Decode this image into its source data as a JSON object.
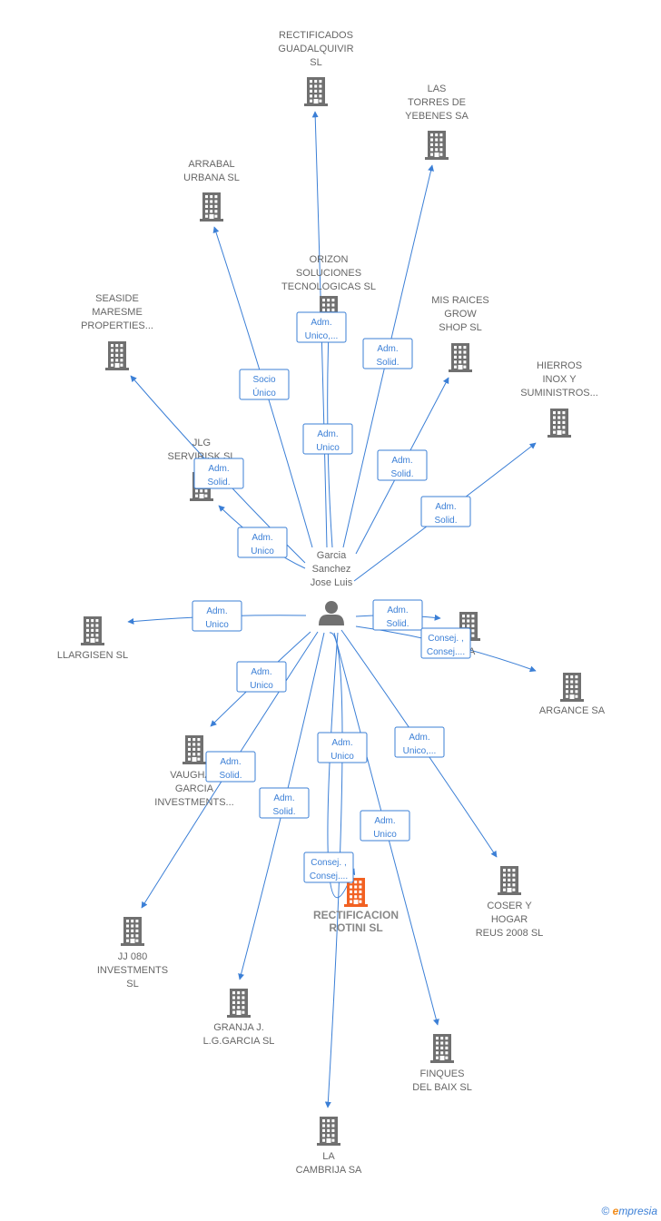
{
  "person": {
    "id": "person",
    "label": [
      "Garcia",
      "Sanchez",
      "Jose Luis"
    ]
  },
  "colors": {
    "edge": "#3b7fd6",
    "building": "#707070",
    "focus": "#f26122"
  },
  "nodes": [
    {
      "id": "n1",
      "label": [
        "RECTIFICADOS",
        "GUADALQUIVIR",
        "SL"
      ]
    },
    {
      "id": "n2",
      "label": [
        "LAS",
        "TORRES DE",
        "YEBENES SA"
      ]
    },
    {
      "id": "n3",
      "label": [
        "ARRABAL",
        "URBANA  SL"
      ]
    },
    {
      "id": "n4",
      "label": [
        "ORIZON",
        "SOLUCIONES",
        "TECNOLOGICAS SL"
      ]
    },
    {
      "id": "n5",
      "label": [
        "MIS RAICES",
        "GROW",
        "SHOP SL"
      ]
    },
    {
      "id": "n6",
      "label": [
        "SEASIDE",
        "MARESME",
        "PROPERTIES..."
      ]
    },
    {
      "id": "n7",
      "label": [
        "HIERROS",
        "INOX Y",
        "SUMINISTROS..."
      ]
    },
    {
      "id": "n8",
      "label": [
        "JLG",
        "SERVIRISK  SL"
      ]
    },
    {
      "id": "n9",
      "label": [
        "LLARGISEN SL"
      ]
    },
    {
      "id": "n10",
      "label": [
        "SA"
      ]
    },
    {
      "id": "n11",
      "label": [
        "ARGANCE SA"
      ]
    },
    {
      "id": "n12",
      "label": [
        "VAUGHAN",
        "GARCIA",
        "INVESTMENTS..."
      ]
    },
    {
      "id": "n13",
      "label": [
        "RECTIFICACION",
        "ROTINI  SL"
      ],
      "focus": true
    },
    {
      "id": "n14",
      "label": [
        "COSER Y",
        "HOGAR",
        "REUS 2008 SL"
      ]
    },
    {
      "id": "n15",
      "label": [
        "JJ 080",
        "INVESTMENTS",
        "SL"
      ]
    },
    {
      "id": "n16",
      "label": [
        "GRANJA J.",
        "L.G.GARCIA  SL"
      ]
    },
    {
      "id": "n17",
      "label": [
        "FINQUES",
        "DEL BAIX  SL"
      ]
    },
    {
      "id": "n18",
      "label": [
        "LA",
        "CAMBRIJA SA"
      ]
    }
  ],
  "edges": [
    {
      "to": "n1",
      "label": [
        "Adm.",
        "Unico,..."
      ]
    },
    {
      "to": "n4",
      "label": [
        "Adm.",
        "Unico"
      ]
    },
    {
      "to": "n2",
      "label": [
        "Adm.",
        "Solid."
      ]
    },
    {
      "to": "n3",
      "label": [
        "Socio",
        "Único"
      ]
    },
    {
      "to": "n5",
      "label": [
        "Adm.",
        "Solid."
      ]
    },
    {
      "to": "n6",
      "label": [
        "Adm.",
        "Solid."
      ]
    },
    {
      "to": "n7",
      "label": [
        "Adm.",
        "Solid."
      ]
    },
    {
      "to": "n8",
      "label": [
        "Adm.",
        "Unico"
      ]
    },
    {
      "to": "n9",
      "label": [
        "Adm.",
        "Unico"
      ]
    },
    {
      "to": "n10",
      "label": [
        "Adm.",
        "Solid."
      ]
    },
    {
      "to": "n11",
      "label": [
        "Consej. ,",
        "Consej...."
      ]
    },
    {
      "to": "n12",
      "label": [
        "Adm.",
        "Unico"
      ]
    },
    {
      "to": "n15",
      "label": [
        "Adm.",
        "Solid."
      ]
    },
    {
      "to": "n16",
      "label": [
        "Adm.",
        "Solid."
      ]
    },
    {
      "to": "n18",
      "label": [
        "Adm.",
        "Unico"
      ]
    },
    {
      "to": "n13",
      "label": [
        "Consej. ,",
        "Consej...."
      ]
    },
    {
      "to": "n17",
      "label": [
        "Adm.",
        "Unico"
      ]
    },
    {
      "to": "n14",
      "label": [
        "Adm.",
        "Unico,..."
      ]
    }
  ],
  "footer": {
    "copyright": "©",
    "brand_e": "e",
    "brand_rest": "mpresia"
  }
}
